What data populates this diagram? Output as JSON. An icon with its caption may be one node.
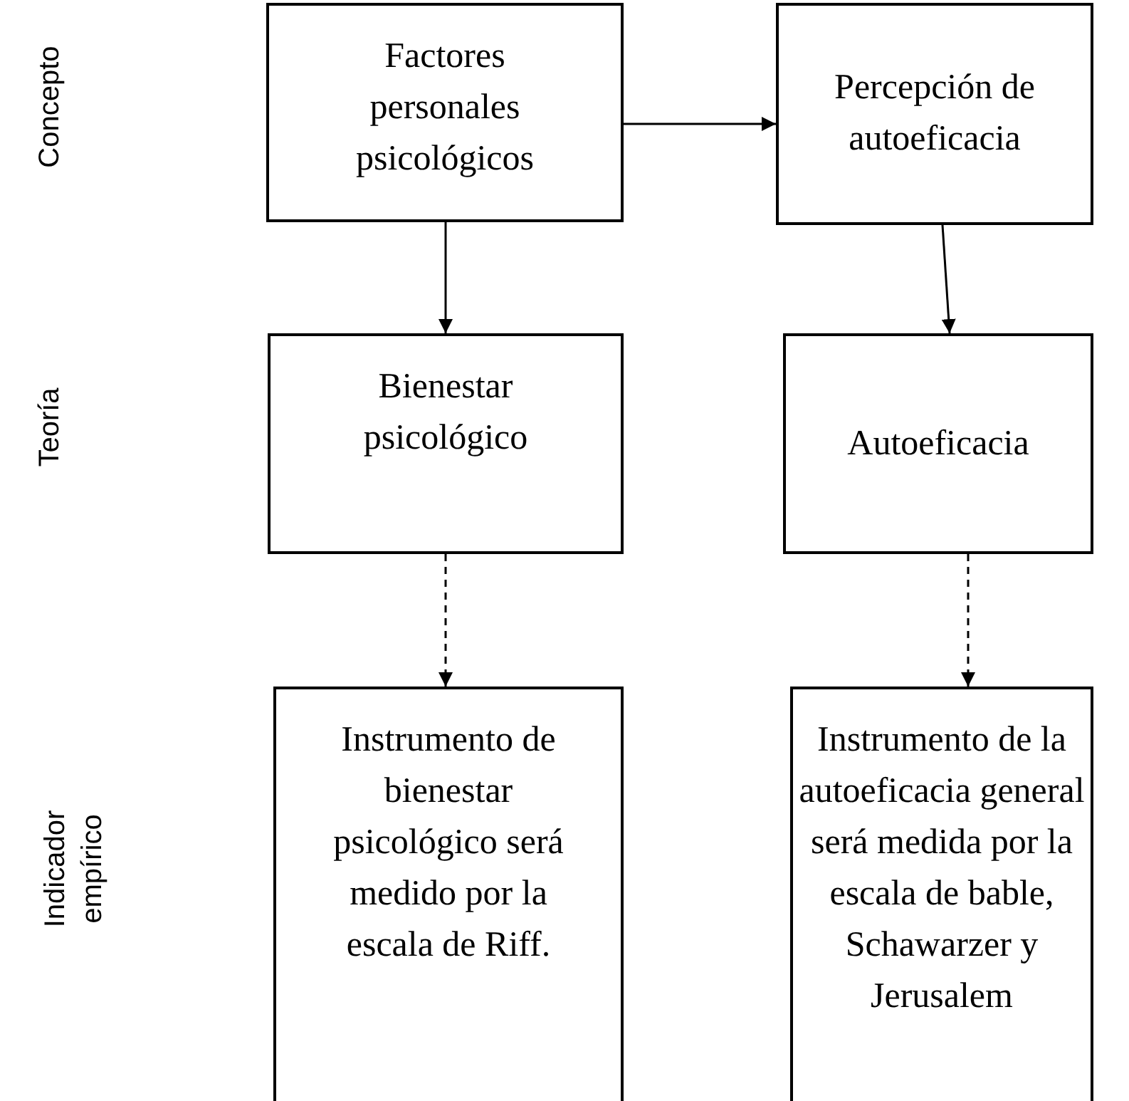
{
  "diagram": {
    "nodes": [
      {
        "text": [
          "Factores personales psicológicos"
        ]
      },
      {
        "text": [
          "Percepción de autoeficacia"
        ]
      },
      {
        "text": [
          "Bienestar psicológico"
        ]
      },
      {
        "text": [
          "Autoeficacia"
        ]
      },
      {
        "text": [
          "Instrumento de bienestar psicológico será medido por la escala de Riff."
        ]
      },
      {
        "text": [
          "Instrumento de la autoeficacia general será medida por la escala de bable, Schawarzer y Jerusalem"
        ]
      }
    ],
    "edges": [
      {
        "from": 0,
        "to": 1,
        "arrow": "to"
      },
      {
        "from": 0,
        "to": 2,
        "arrow": "to"
      },
      {
        "from": 1,
        "to": 3,
        "arrow": "to"
      },
      {
        "from": 2,
        "to": 4,
        "arrow": "to",
        "style": "dashed"
      },
      {
        "from": 3,
        "to": 5,
        "arrow": "to",
        "style": "dashed"
      }
    ],
    "labels": [
      "Concepto",
      "Teoría",
      "Indicador empírico"
    ]
  }
}
